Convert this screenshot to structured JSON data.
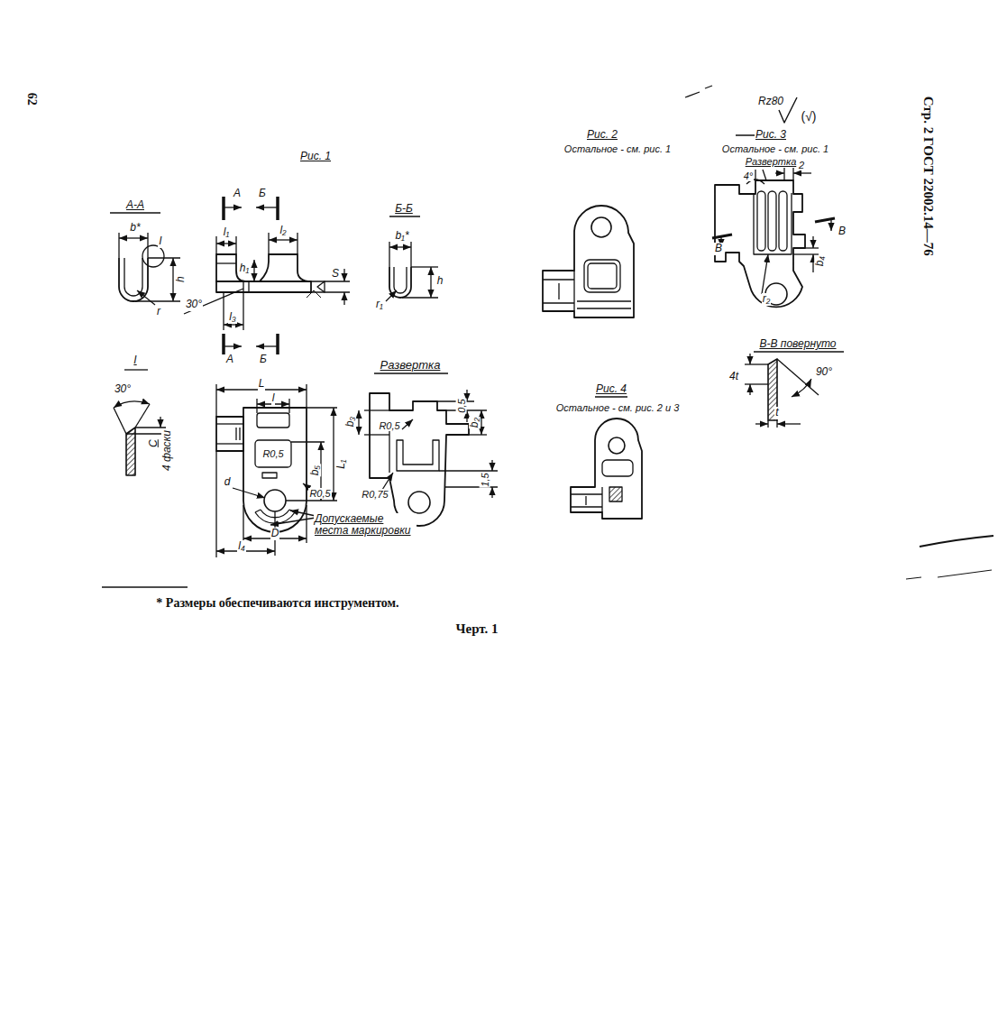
{
  "diagram": {
    "caption": "Черт. 1",
    "labels": [
      "62",
      "Стр. 2 ГОСТ 22002.14—76",
      "Рис. 1",
      "А-А",
      "А",
      "Б",
      "b*",
      "I",
      "h",
      "r",
      "l₁",
      "l₂",
      "h₁",
      "S",
      "30°",
      "l₃",
      "А",
      "Б",
      "Б-Б",
      "b₁*",
      "h",
      "r₁",
      "I",
      "30°",
      "С",
      "4 фаски",
      "Развертка",
      "L",
      "l",
      "R0,5",
      "b₅",
      "L₁",
      "R0,5",
      "d",
      "D",
      "l₄",
      "Допускаемые места маркировки",
      "b₃",
      "R0,5",
      "0,5",
      "b₂",
      "R0,75",
      "1,5",
      "Рис. 2",
      "Остальное - см. рис. 1",
      "Rz80",
      "(√)",
      "Рис. 3",
      "Остальное - см. рис. 1",
      "Развертка",
      "4°",
      "2",
      "В",
      "В",
      "b₄",
      "r₂",
      "В-В повернуто",
      "4t",
      "90°",
      "t",
      "Рис. 4",
      "Остальное - см. рис. 2 и 3",
      "* Размеры обеспечиваются инструментом."
    ]
  }
}
